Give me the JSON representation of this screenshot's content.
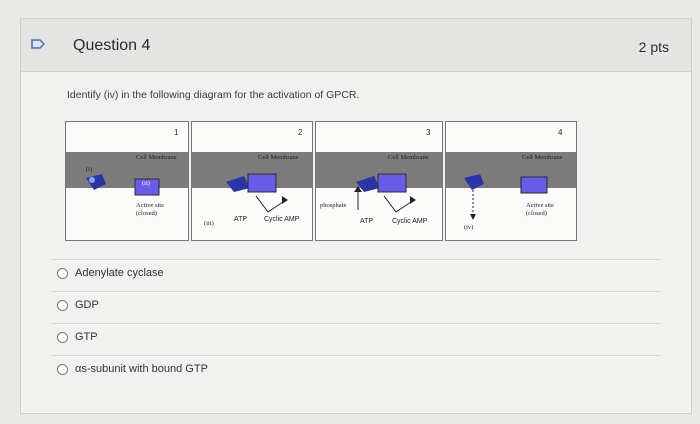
{
  "question": {
    "title": "Question 4",
    "points": "2 pts",
    "prompt": "Identify (iv) in the following diagram for the activation of GPCR."
  },
  "diagram": {
    "panels": [
      {
        "number": "1",
        "membrane": "Cell Membrane",
        "labels": [
          "(i)",
          "(ii)",
          "Active site (closed)"
        ]
      },
      {
        "number": "2",
        "membrane": "Cell Membrane",
        "labels": [
          "(iii)",
          "ATP",
          "Cyclic AMP"
        ]
      },
      {
        "number": "3",
        "membrane": "Cell Membrane",
        "labels": [
          "phosphate",
          "ATP",
          "Cyclic AMP"
        ]
      },
      {
        "number": "4",
        "membrane": "Cell Membrane",
        "labels": [
          "(iv)",
          "Active site (closed)"
        ]
      }
    ]
  },
  "options": [
    {
      "label": "Adenylate cyclase"
    },
    {
      "label": "GDP"
    },
    {
      "label": "GTP"
    },
    {
      "label": "αs-subunit with bound GTP"
    }
  ],
  "colors": {
    "protein": "#6a5be8",
    "receptor": "#2b35a8",
    "membrane": "#7c7c7c"
  }
}
